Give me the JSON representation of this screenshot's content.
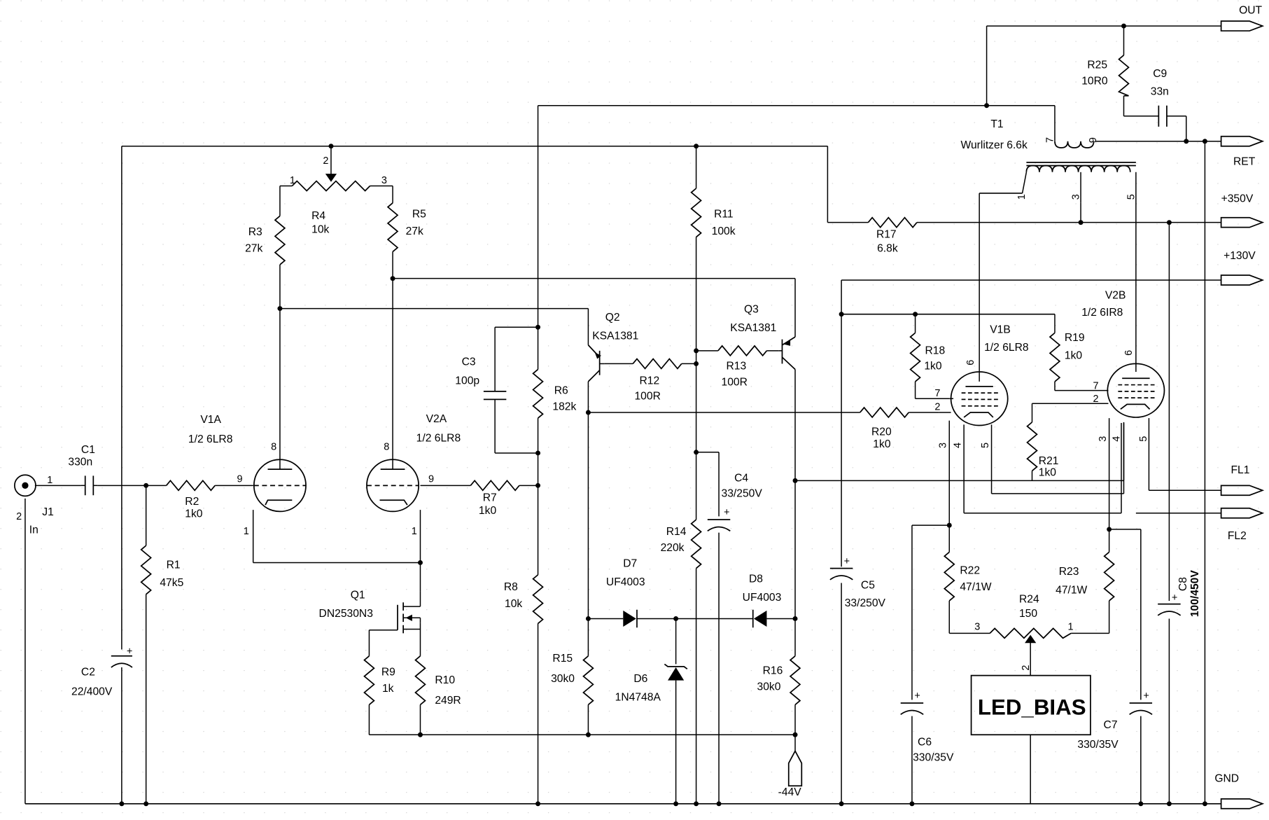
{
  "components": {
    "J1": {
      "ref": "J1",
      "label": "In",
      "pin1": "1",
      "pin2": "2"
    },
    "C1": {
      "ref": "C1",
      "value": "330n"
    },
    "C2": {
      "ref": "C2",
      "value": "22/400V"
    },
    "R1": {
      "ref": "R1",
      "value": "47k5"
    },
    "R2": {
      "ref": "R2",
      "value": "1k0"
    },
    "R3": {
      "ref": "R3",
      "value": "27k"
    },
    "R4": {
      "ref": "R4",
      "value": "10k",
      "pin1": "1",
      "pin2": "2",
      "pin3": "3"
    },
    "R5": {
      "ref": "R5",
      "value": "27k"
    },
    "V1A": {
      "ref": "V1A",
      "value": "1/2 6LR8",
      "pin_grid": "9",
      "pin_plate": "8",
      "pin_cathode": "1"
    },
    "V2A": {
      "ref": "V2A",
      "value": "1/2 6LR8",
      "pin_grid": "9",
      "pin_plate": "8",
      "pin_cathode": "1"
    },
    "R7": {
      "ref": "R7",
      "value": "1k0"
    },
    "Q1": {
      "ref": "Q1",
      "value": "DN2530N3"
    },
    "R9": {
      "ref": "R9",
      "value": "1k"
    },
    "R10": {
      "ref": "R10",
      "value": "249R"
    },
    "C3": {
      "ref": "C3",
      "value": "100p"
    },
    "R6": {
      "ref": "R6",
      "value": "182k"
    },
    "R8": {
      "ref": "R8",
      "value": "10k"
    },
    "Q2": {
      "ref": "Q2",
      "value": "KSA1381"
    },
    "R12": {
      "ref": "R12",
      "value": "100R"
    },
    "R11": {
      "ref": "R11",
      "value": "100k"
    },
    "Q3": {
      "ref": "Q3",
      "value": "KSA1381"
    },
    "R13": {
      "ref": "R13",
      "value": "100R"
    },
    "C4": {
      "ref": "C4",
      "value": "33/250V"
    },
    "R14": {
      "ref": "R14",
      "value": "220k"
    },
    "D7": {
      "ref": "D7",
      "value": "UF4003"
    },
    "D8": {
      "ref": "D8",
      "value": "UF4003"
    },
    "D6": {
      "ref": "D6",
      "value": "1N4748A"
    },
    "R15": {
      "ref": "R15",
      "value": "30k0"
    },
    "R16": {
      "ref": "R16",
      "value": "30k0"
    },
    "T1": {
      "ref": "T1",
      "value": "Wurlitzer 6.6k",
      "pin1": "1",
      "pin3": "3",
      "pin5": "5",
      "pin7": "7",
      "pin9": "9"
    },
    "R25": {
      "ref": "R25",
      "value": "10R0"
    },
    "C9": {
      "ref": "C9",
      "value": "33n"
    },
    "R17": {
      "ref": "R17",
      "value": "6.8k"
    },
    "V1B": {
      "ref": "V1B",
      "value": "1/2 6LR8",
      "pin6": "6",
      "pin7": "7",
      "pin2": "2",
      "pin3": "3",
      "pin4": "4",
      "pin5": "5"
    },
    "V2B": {
      "ref": "V2B",
      "value": "1/2 6IR8",
      "pin6": "6",
      "pin7": "7",
      "pin2": "2",
      "pin3": "3",
      "pin4": "4",
      "pin5": "5"
    },
    "R18": {
      "ref": "R18",
      "value": "1k0"
    },
    "R19": {
      "ref": "R19",
      "value": "1k0"
    },
    "R20": {
      "ref": "R20",
      "value": "1k0"
    },
    "R21": {
      "ref": "R21",
      "value": "1k0"
    },
    "C5": {
      "ref": "C5",
      "value": "33/250V"
    },
    "R22": {
      "ref": "R22",
      "value": "47/1W"
    },
    "R23": {
      "ref": "R23",
      "value": "47/1W"
    },
    "R24": {
      "ref": "R24",
      "value": "150",
      "pin1": "1",
      "pin2": "2",
      "pin3": "3"
    },
    "C6": {
      "ref": "C6",
      "value": "330/35V"
    },
    "C7": {
      "ref": "C7",
      "value": "330/35V"
    },
    "C8": {
      "ref": "C8",
      "value": "100/450V"
    }
  },
  "led_bias": "LED_BIAS",
  "ports": {
    "out": "OUT",
    "ret": "RET",
    "v350": "+350V",
    "v130": "+130V",
    "fl1": "FL1",
    "fl2": "FL2",
    "gnd": "GND",
    "neg44": "-44V"
  }
}
